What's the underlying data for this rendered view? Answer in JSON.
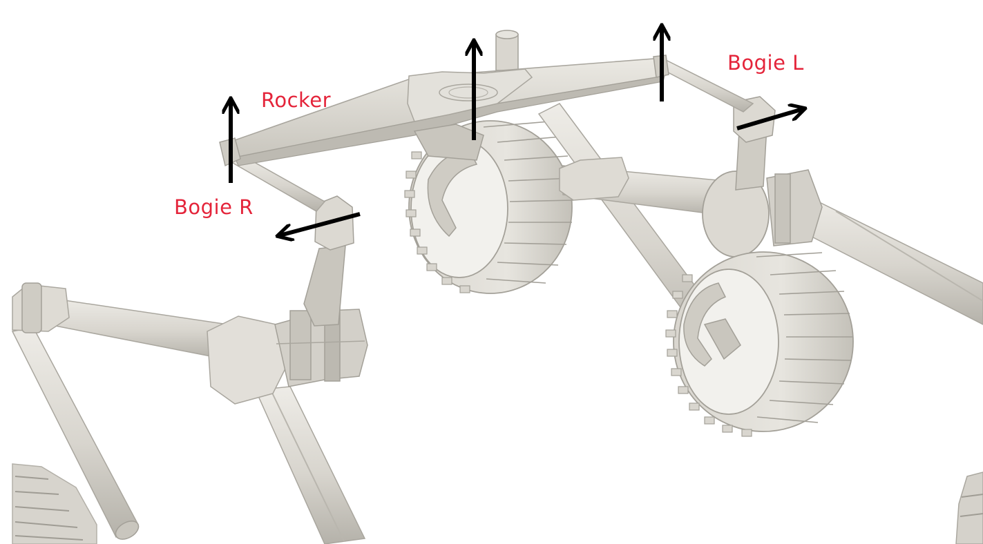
{
  "labels": {
    "rocker": "Rocker",
    "bogie_l": "Bogie L",
    "bogie_r": "Bogie R"
  },
  "colors": {
    "label": "#e4243a",
    "arrow": "#000000",
    "part_light": "#e4e2dc",
    "part_mid": "#cfccc4",
    "part_dark": "#a8a59c",
    "background": "#ffffff"
  }
}
